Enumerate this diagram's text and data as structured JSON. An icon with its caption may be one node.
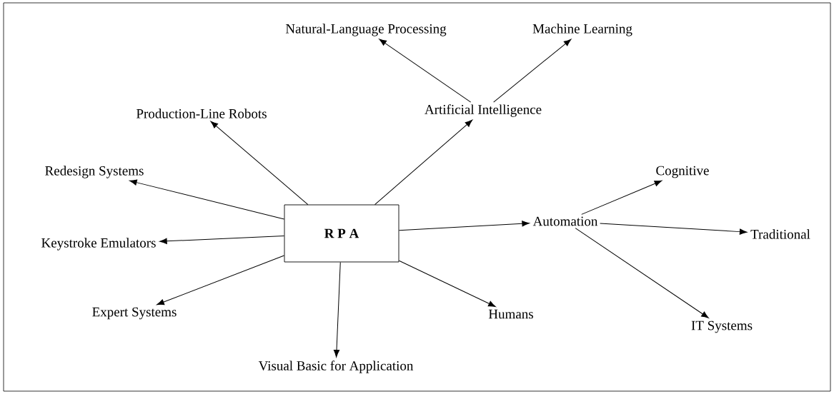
{
  "diagram": {
    "nodes": [
      {
        "text": [
          "R P A"
        ]
      },
      {
        "text": [
          "Natural-Language Processing"
        ]
      },
      {
        "text": [
          "Machine Learning"
        ]
      },
      {
        "text": [
          "Production-Line Robots"
        ]
      },
      {
        "text": [
          "Artificial Intelligence"
        ]
      },
      {
        "text": [
          "Redesign Systems"
        ]
      },
      {
        "text": [
          "Cognitive"
        ]
      },
      {
        "text": [
          "Keystroke Emulators"
        ]
      },
      {
        "text": [
          "Automation"
        ]
      },
      {
        "text": [
          "Traditional"
        ]
      },
      {
        "text": [
          "Expert Systems"
        ]
      },
      {
        "text": [
          "Humans"
        ]
      },
      {
        "text": [
          "IT Systems"
        ]
      },
      {
        "text": [
          "Visual Basic for Application"
        ]
      }
    ],
    "edges": [
      {
        "from": 0,
        "to": 3,
        "arrow": "to"
      },
      {
        "from": 0,
        "to": 4,
        "arrow": "to"
      },
      {
        "from": 0,
        "to": 5,
        "arrow": "to"
      },
      {
        "from": 0,
        "to": 7,
        "arrow": "to"
      },
      {
        "from": 0,
        "to": 8,
        "arrow": "to"
      },
      {
        "from": 0,
        "to": 10,
        "arrow": "to"
      },
      {
        "from": 0,
        "to": 11,
        "arrow": "to"
      },
      {
        "from": 0,
        "to": 13,
        "arrow": "to"
      },
      {
        "from": 4,
        "to": 1,
        "arrow": "to"
      },
      {
        "from": 4,
        "to": 2,
        "arrow": "to"
      },
      {
        "from": 8,
        "to": 6,
        "arrow": "to"
      },
      {
        "from": 8,
        "to": 9,
        "arrow": "to"
      },
      {
        "from": 8,
        "to": 12,
        "arrow": "to"
      }
    ]
  }
}
